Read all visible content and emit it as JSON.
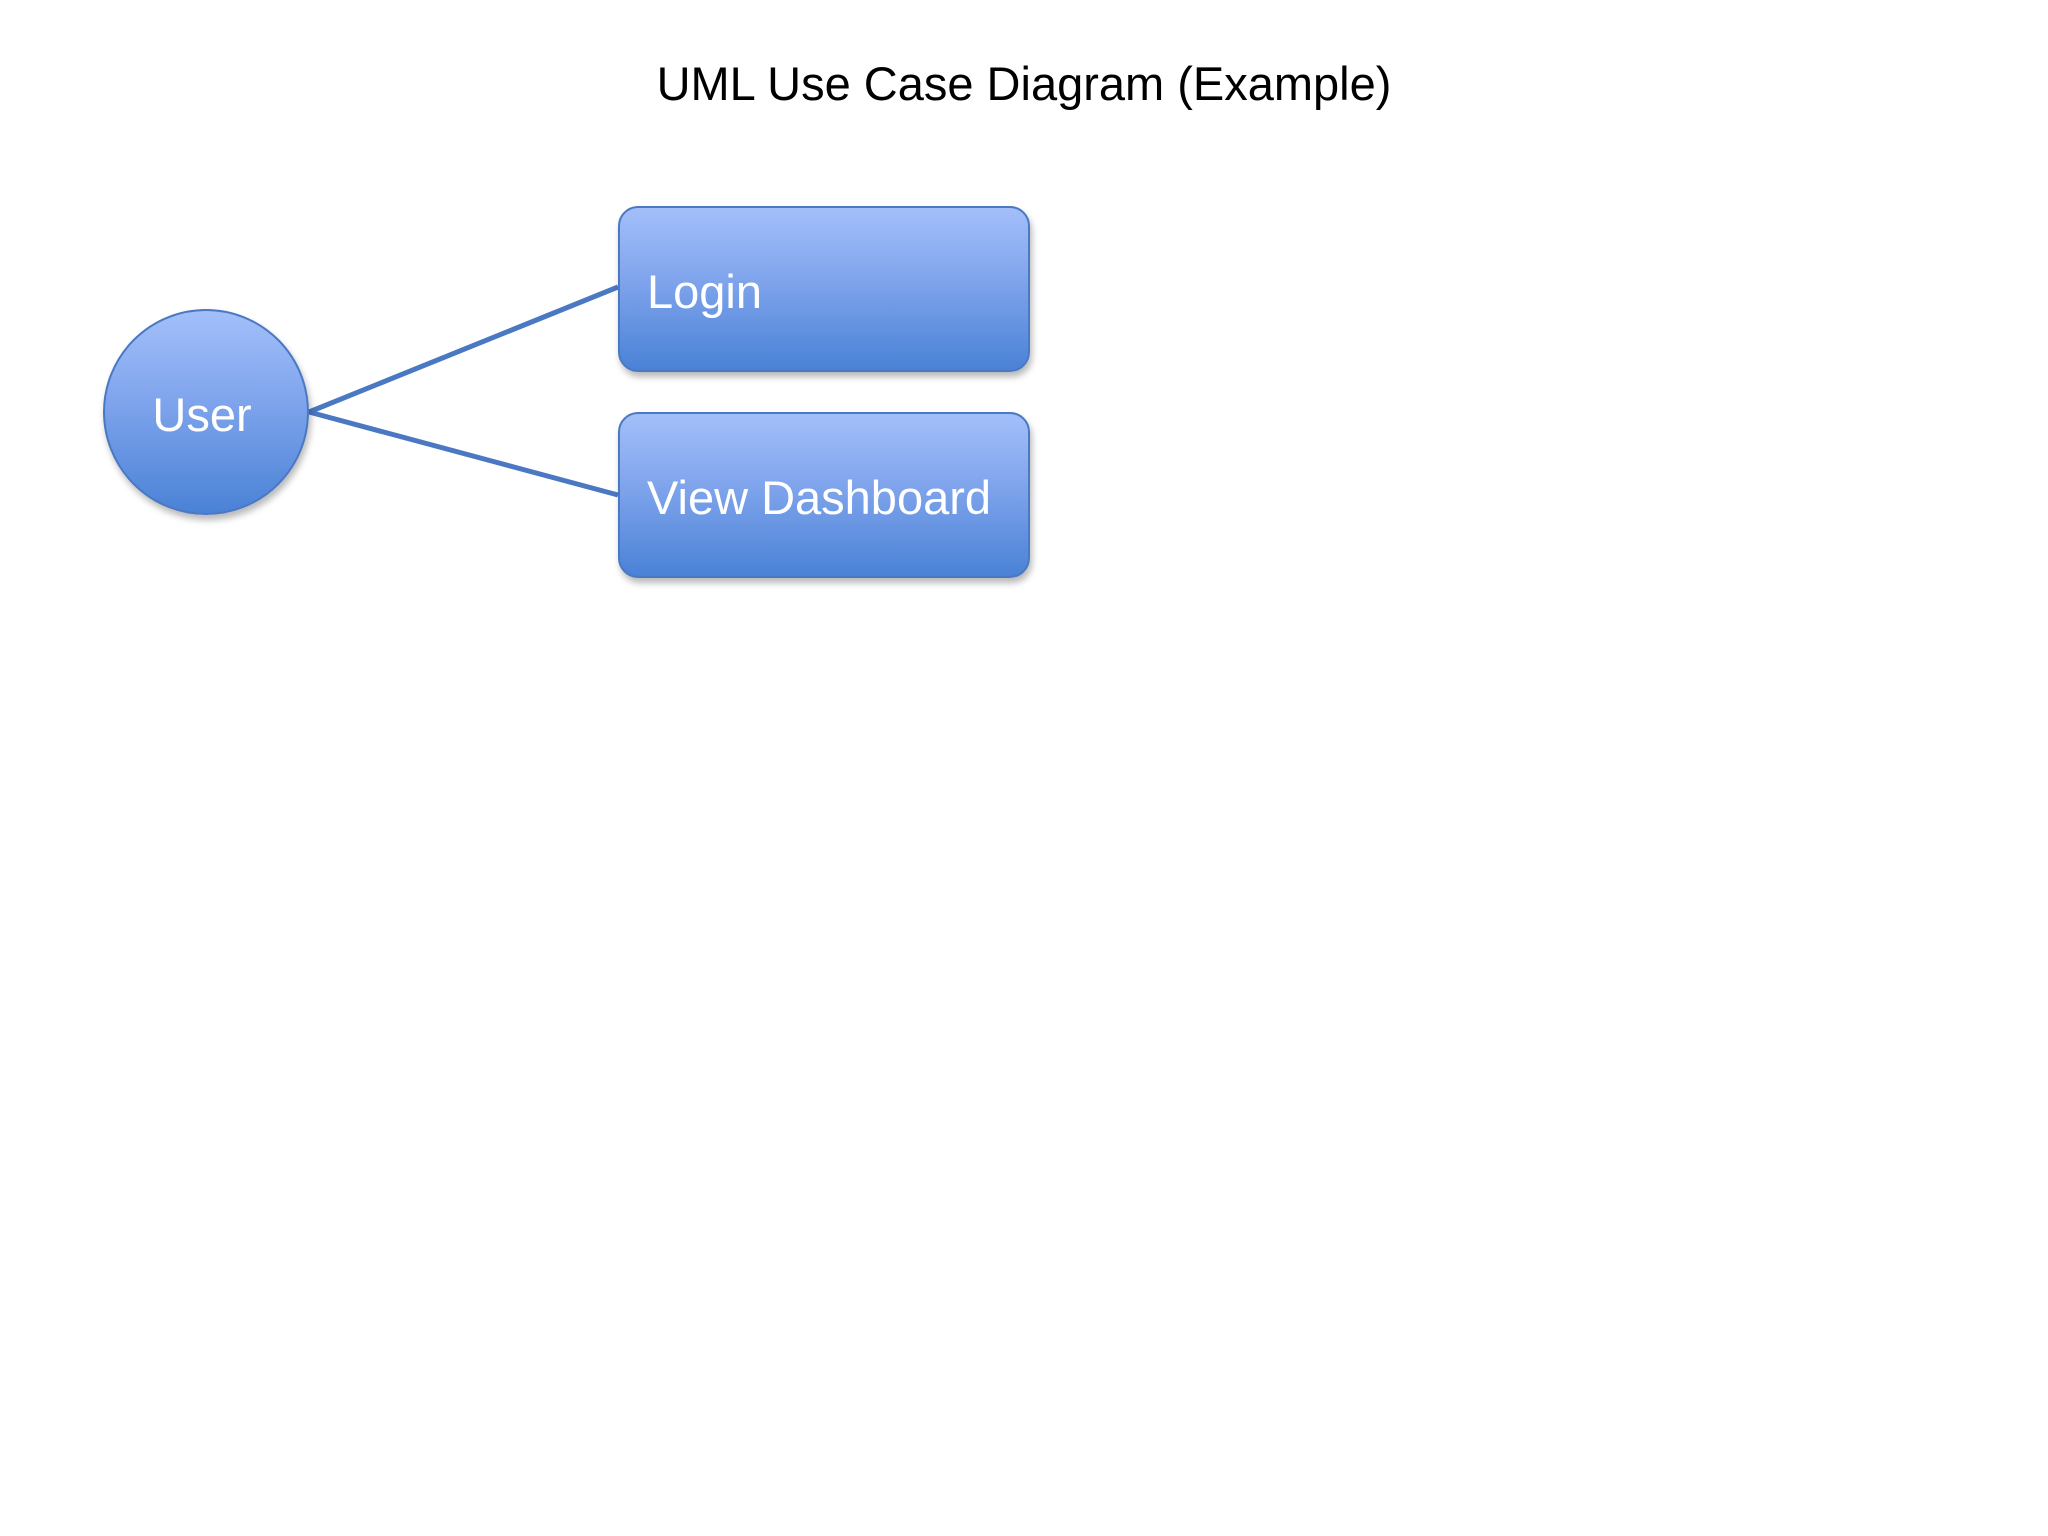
{
  "title": "UML Use Case Diagram (Example)",
  "actor": {
    "label": "User"
  },
  "use_cases": [
    {
      "label": "Login"
    },
    {
      "label": "View Dashboard"
    }
  ],
  "colors": {
    "fill_top": "#a3bffa",
    "fill_bottom": "#4a82d6",
    "border": "#4a78c2",
    "connector": "#4a78c2",
    "text": "#ffffff",
    "title_text": "#000000",
    "background": "#ffffff"
  }
}
